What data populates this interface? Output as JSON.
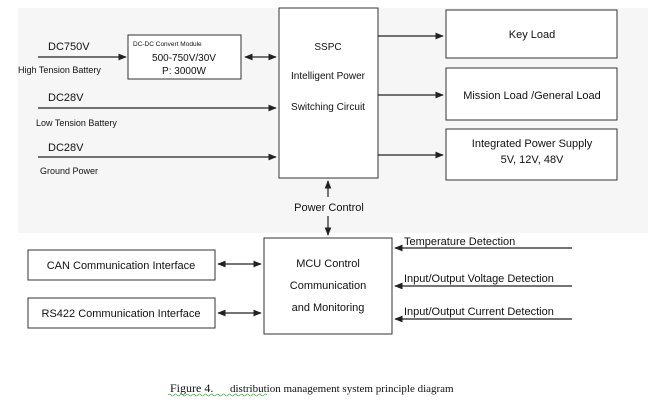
{
  "inputs": {
    "dc750v": "DC750V",
    "high_tension_battery": "High Tension Battery",
    "dc28v_low": "DC28V",
    "low_tension_battery": "Low Tension Battery",
    "dc28v_ground": "DC28V",
    "ground_power": "Ground Power"
  },
  "dcdc_module": {
    "title": "DC-DC Convert Module",
    "voltage": "500-750V/30V",
    "power": "P: 3000W"
  },
  "sspc": {
    "title": "SSPC",
    "line1": "Intelligent Power",
    "line2": "Switching Circuit"
  },
  "loads": {
    "key_load": "Key Load",
    "mission_load": "Mission Load /General Load",
    "integrated_line1": "Integrated Power Supply",
    "integrated_line2": "5V, 12V, 48V"
  },
  "power_control": "Power Control",
  "mcu": {
    "line1": "MCU Control",
    "line2": "Communication",
    "line3": "and Monitoring"
  },
  "interfaces": {
    "can": "CAN Communication Interface",
    "rs422": "RS422 Communication Interface"
  },
  "detections": {
    "temperature": "Temperature Detection",
    "voltage": "Input/Output Voltage Detection",
    "current": "Input/Output Current Detection"
  },
  "caption": {
    "label": "Figure 4.",
    "text": "distribution management system principle diagram"
  }
}
